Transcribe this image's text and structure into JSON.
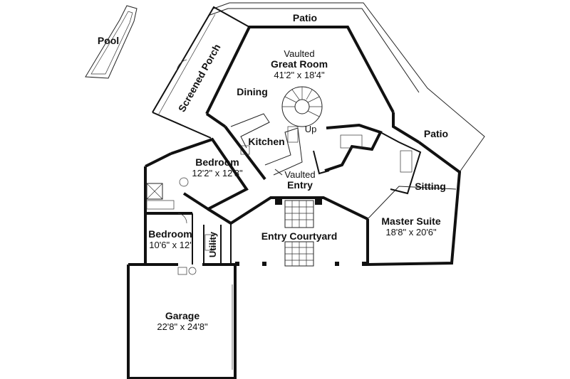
{
  "labels": {
    "patio_top": "Patio",
    "pool": "Pool",
    "screened_porch": "Screened Porch",
    "vaulted_gr": "Vaulted",
    "great_room": "Great Room",
    "great_room_dim": "41'2\" x 18'4\"",
    "dining": "Dining",
    "up": "Up",
    "kitchen": "Kitchen",
    "patio_right": "Patio",
    "bedroom1": "Bedroom",
    "bedroom1_dim": "12'2\" x 12'8\"",
    "vaulted_entry": "Vaulted",
    "entry": "Entry",
    "sitting": "Sitting",
    "master_suite": "Master Suite",
    "master_suite_dim": "18'8\" x 20'6\"",
    "bedroom2": "Bedroom",
    "bedroom2_dim": "10'6\" x 12'",
    "utility": "Utility",
    "entry_courtyard": "Entry Courtyard",
    "garage": "Garage",
    "garage_dim": "22'8\" x 24'8\""
  }
}
